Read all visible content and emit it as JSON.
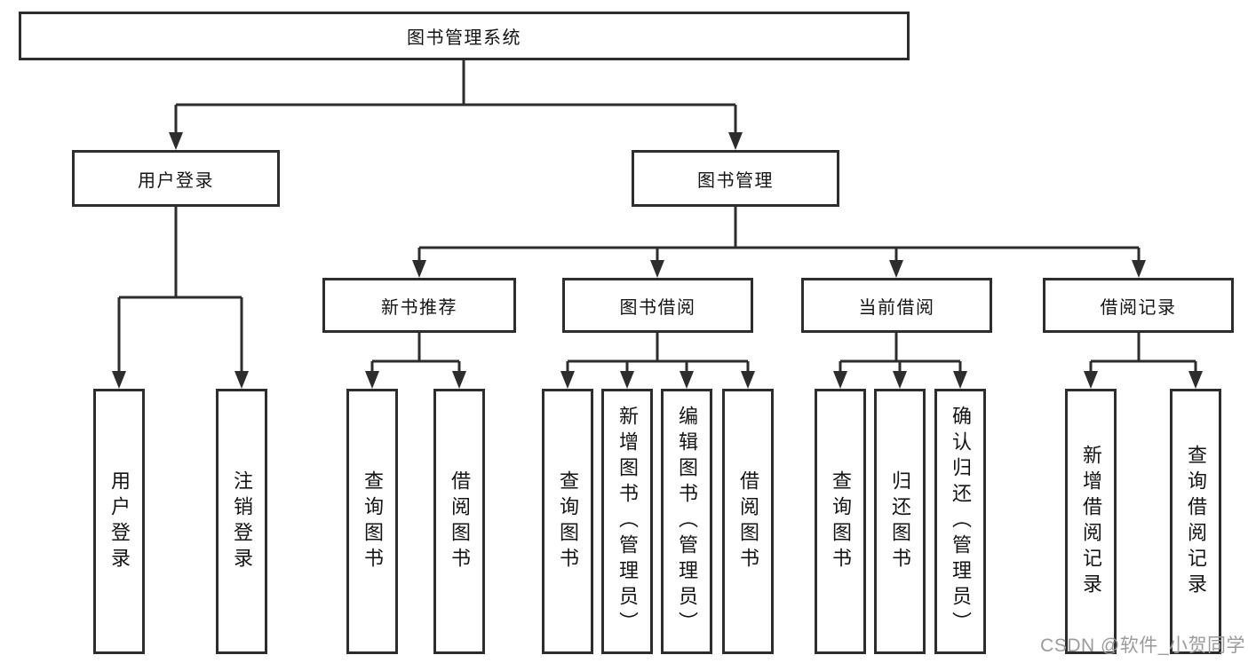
{
  "diagram": {
    "nodes": {
      "root": "图书管理系统",
      "user_login": "用户登录",
      "book_mgmt": "图书管理",
      "new_books": "新书推荐",
      "book_borrow": "图书借阅",
      "current_borrow": "当前借阅",
      "borrow_records": "借阅记录"
    },
    "leaves": {
      "user_login": [
        "用户登录",
        "注销登录"
      ],
      "new_books": [
        "查询图书",
        "借阅图书"
      ],
      "book_borrow": [
        "查询图书",
        "新增图书（管理员）",
        "编辑图书（管理员）",
        "借阅图书"
      ],
      "current_borrow": [
        "查询图书",
        "归还图书",
        "确认归还（管理员）"
      ],
      "borrow_records": [
        "新增借阅记录",
        "查询借阅记录"
      ]
    }
  },
  "watermark": {
    "text": "CSDN @软件_小贺同学",
    "color": "#9b9b9b"
  },
  "colors": {
    "line": "#2d2d2d",
    "border": "#2d2d2d",
    "text": "#141414",
    "background": "#ffffff"
  }
}
